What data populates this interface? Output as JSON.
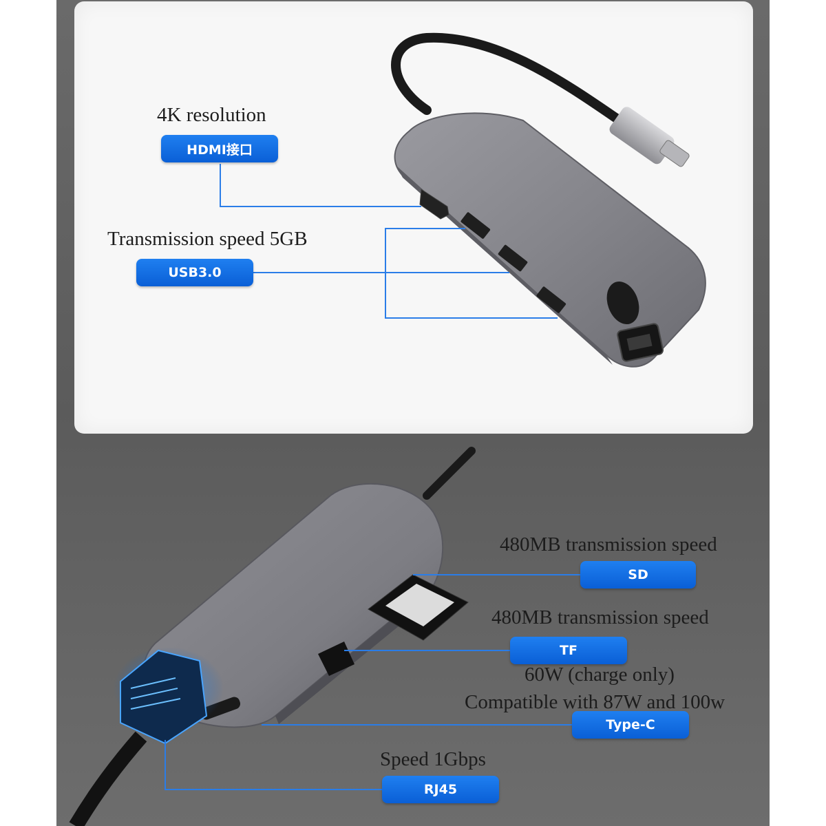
{
  "top": {
    "hdmi": {
      "caption": "4K resolution",
      "tag": "HDMI接口"
    },
    "usb": {
      "caption": "Transmission speed 5GB",
      "tag": "USB3.0"
    }
  },
  "bottom": {
    "sd": {
      "caption": "480MB transmission speed",
      "tag": "SD"
    },
    "tf": {
      "caption": "480MB transmission speed",
      "tag": "TF"
    },
    "typec": {
      "caption_line1": "60W (charge only)",
      "caption_line2": "Compatible with 87W and 100w",
      "tag": "Type-C"
    },
    "rj45": {
      "caption": "Speed 1Gbps",
      "tag": "RJ45"
    }
  },
  "colors": {
    "tag_blue": "#0a64dc",
    "leader_line": "#2a7de8",
    "hub_body": "#8e8e92",
    "frame": "#626262"
  }
}
